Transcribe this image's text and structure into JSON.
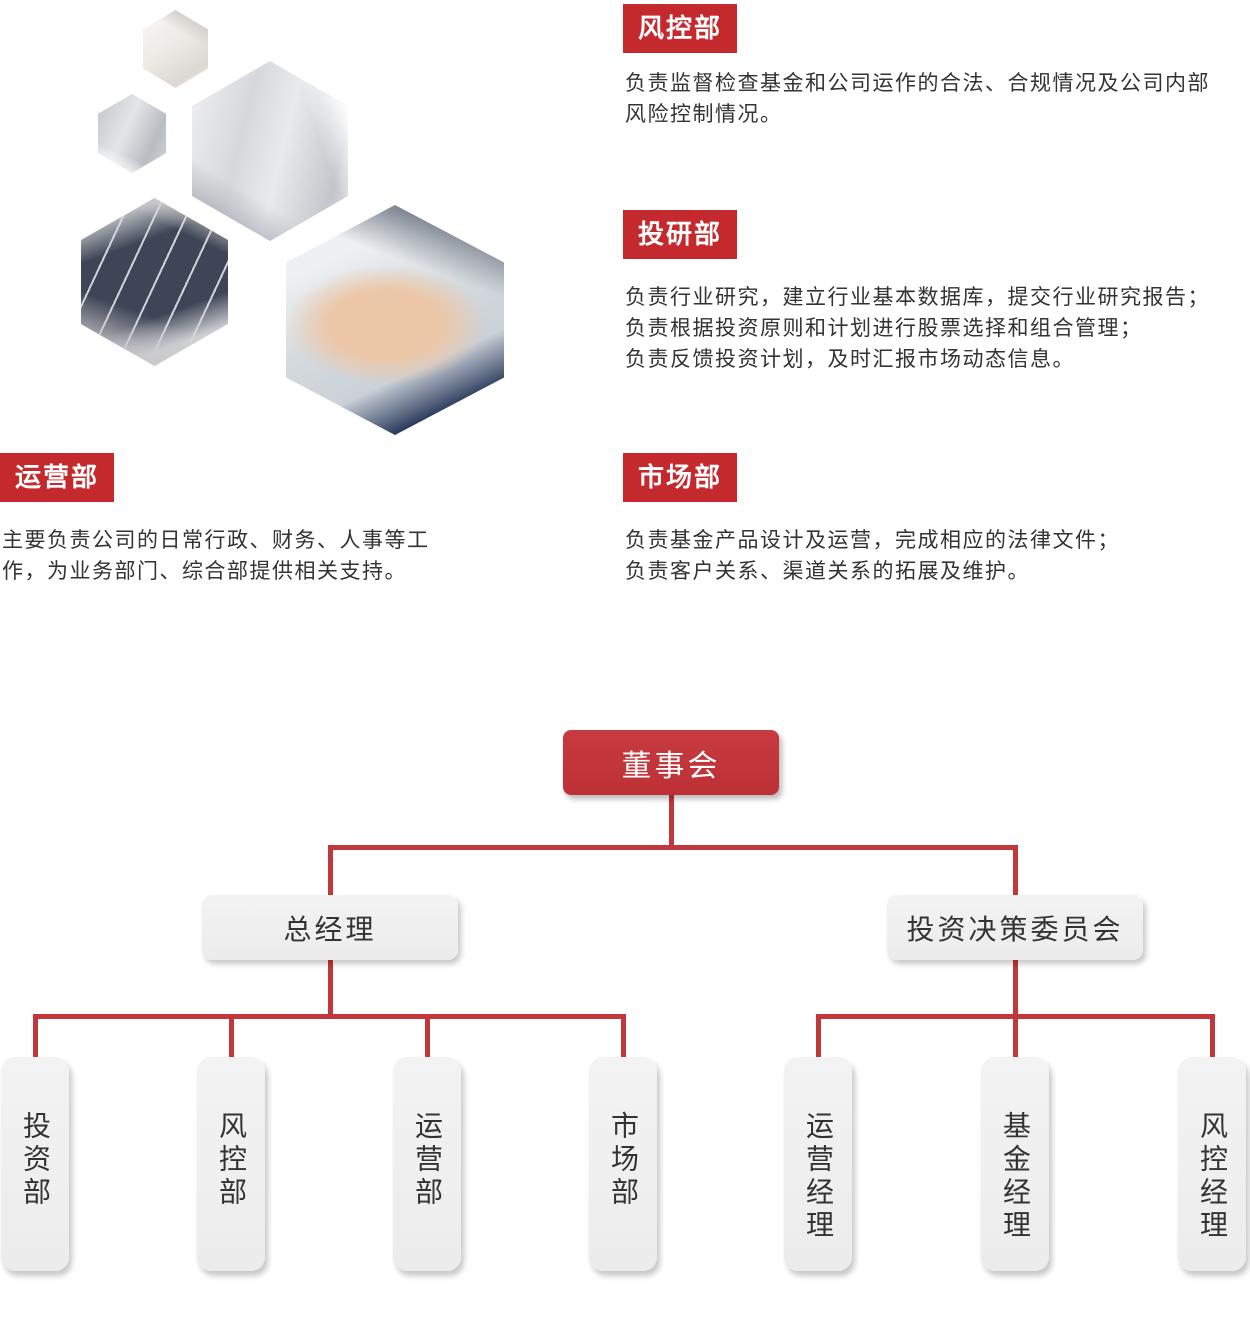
{
  "colors": {
    "badge_red": "#c4292e",
    "chart_red": "#c1353a",
    "line_red": "#c0373c",
    "box_gray": "#f0f0f0",
    "text_dark": "#333333",
    "org_text": "#333333"
  },
  "sections": {
    "fengkong": {
      "title": "风控部",
      "body": "负责监督检查基金和公司运作的合法、合规情况及公司内部\n风险控制情况。"
    },
    "touyan": {
      "title": "投研部",
      "body": "负责行业研究，建立行业基本数据库，提交行业研究报告；\n负责根据投资原则和计划进行股票选择和组合管理；\n负责反馈投资计划，及时汇报市场动态信息。"
    },
    "yunying": {
      "title": "运营部",
      "body": "主要负责公司的日常行政、财务、人事等工\n作，为业务部门、综合部提供相关支持。"
    },
    "shichang": {
      "title": "市场部",
      "body": "负责基金产品设计及运营，完成相应的法律文件；\n负责客户关系、渠道关系的拓展及维护。"
    }
  },
  "org_chart": {
    "root": "董事会",
    "level2": {
      "gm": "总经理",
      "committee": "投资决策委员会"
    },
    "gm_children": [
      "投资部",
      "风控部",
      "运营部",
      "市场部"
    ],
    "committee_children": [
      "运营经理",
      "基金经理",
      "风控经理"
    ]
  },
  "decor": {
    "hexagon_photos": [
      "hex-photo-shirt",
      "hex-photo-suit-small",
      "hex-photo-suit-large",
      "hex-photo-pinstripe",
      "hex-photo-hands"
    ]
  }
}
